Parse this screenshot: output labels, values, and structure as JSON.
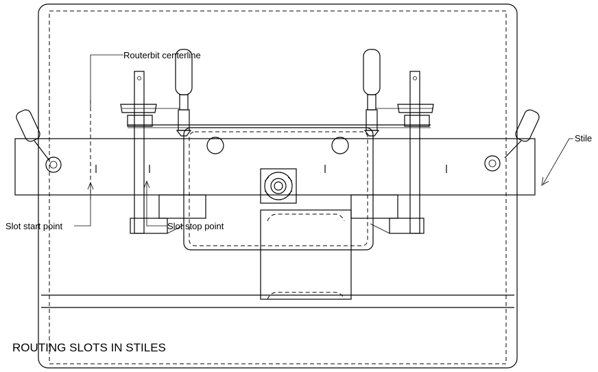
{
  "labels": {
    "routerbit_centerline": "Routerbit centerline",
    "slot_start_point": "Slot start point",
    "slot_stop_point": "Slot stop point",
    "stile": "Stile",
    "title": "ROUTING SLOTS IN STILES"
  }
}
